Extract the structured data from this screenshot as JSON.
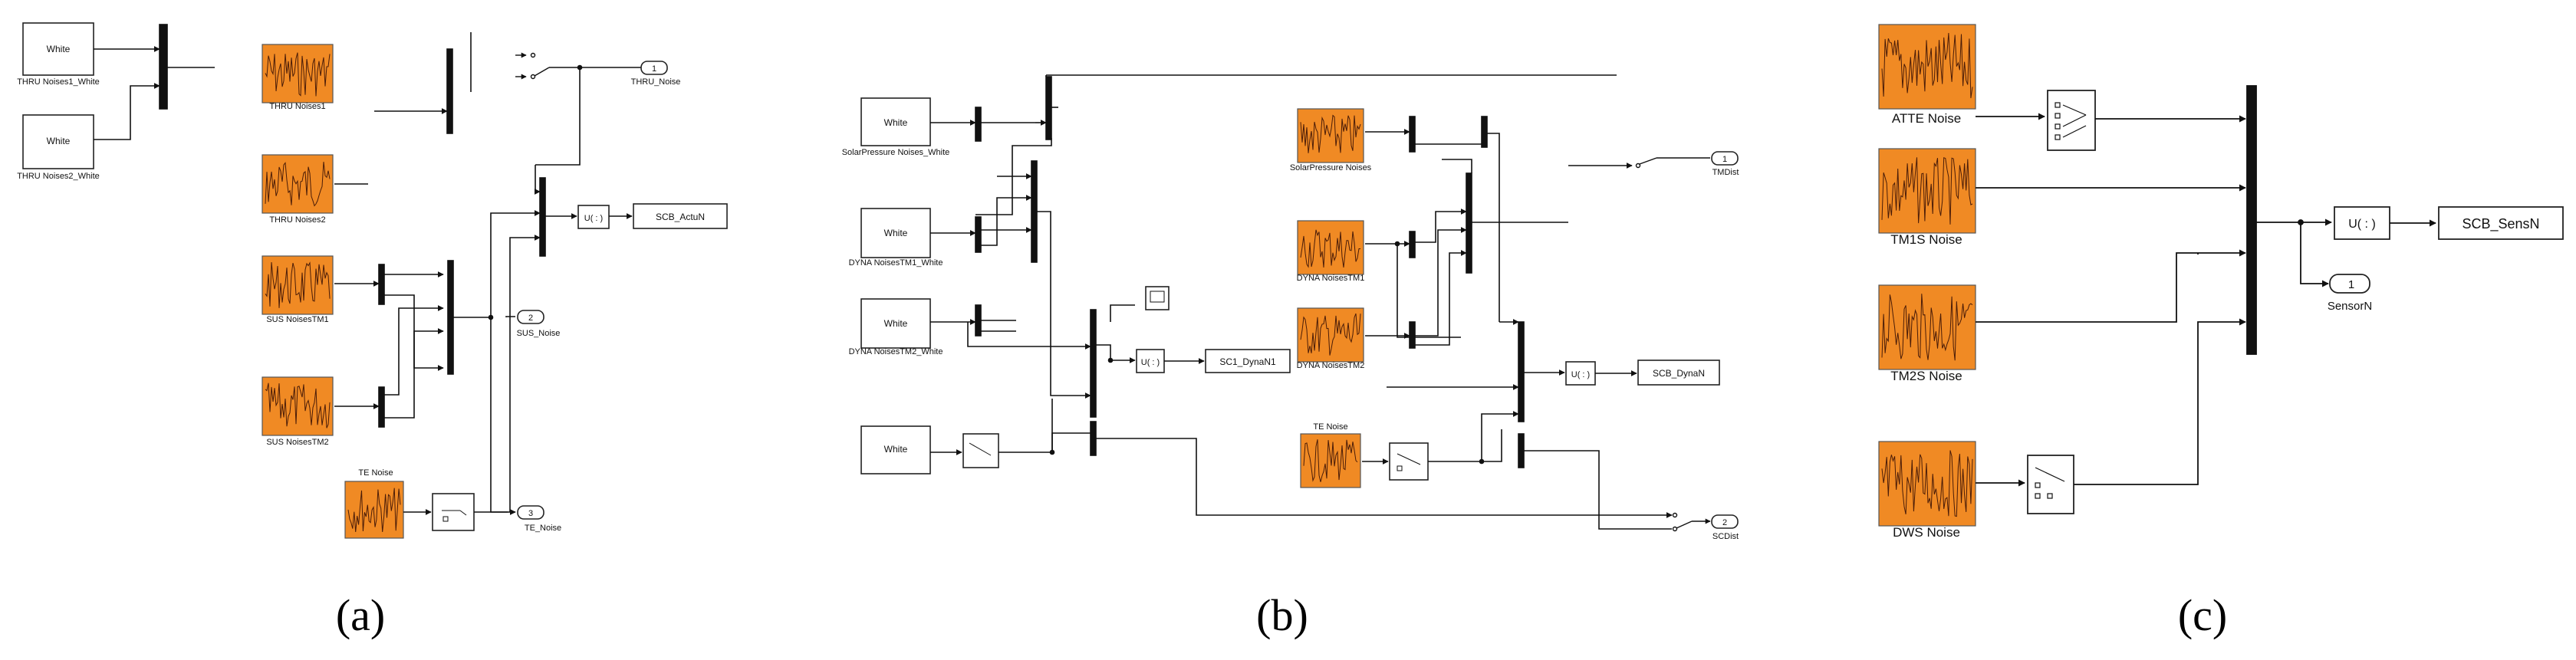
{
  "panels": {
    "a": {
      "caption": "(a)",
      "white_sources": [
        "White",
        "White"
      ],
      "labels": {
        "thru1_white": "THRU Noises1_White",
        "thru2_white": "THRU Noises2_White",
        "thru1": "THRU Noises1",
        "thru2": "THRU Noises2",
        "sus1": "SUS NoisesTM1",
        "sus2": "SUS NoisesTM2",
        "te_top": "TE Noise",
        "fcn": "U( : )",
        "fcn_out": "SCB_ActuN",
        "out1_num": "1",
        "out1": "THRU_Noise",
        "out2_num": "2",
        "out2": "SUS_Noise",
        "out3_num": "3",
        "out3": "TE_Noise"
      }
    },
    "b": {
      "caption": "(b)",
      "white_sources": [
        "White",
        "White",
        "White",
        "White"
      ],
      "labels": {
        "solar_white": "SolarPressure Noises_White",
        "dyna1_white": "DYNA NoisesTM1_White",
        "dyna2_white": "DYNA NoisesTM2_White",
        "solar": "SolarPressure Noises",
        "dyna1": "DYNA NoisesTM1",
        "dyna2": "DYNA NoisesTM2",
        "te_top": "TE Noise",
        "fcn1": "U( : )",
        "fcn1_out": "SC1_DynaN1",
        "fcn2": "U( : )",
        "fcn2_out": "SCB_DynaN",
        "out1_num": "1",
        "out1": "TMDist",
        "out2_num": "2",
        "out2": "SCDist"
      }
    },
    "c": {
      "caption": "(c)",
      "labels": {
        "atte": "ATTE Noise",
        "tm1s": "TM1S Noise",
        "tm2s": "TM2S Noise",
        "dws": "DWS Noise",
        "fcn": "U( : )",
        "fcn_out": "SCB_SensN",
        "out1_num": "1",
        "out1": "SensorN"
      }
    }
  },
  "colors": {
    "noise_fill": "#f08a24",
    "noise_trace": "#4a1c08",
    "line": "#111111",
    "block_border": "#222222"
  }
}
